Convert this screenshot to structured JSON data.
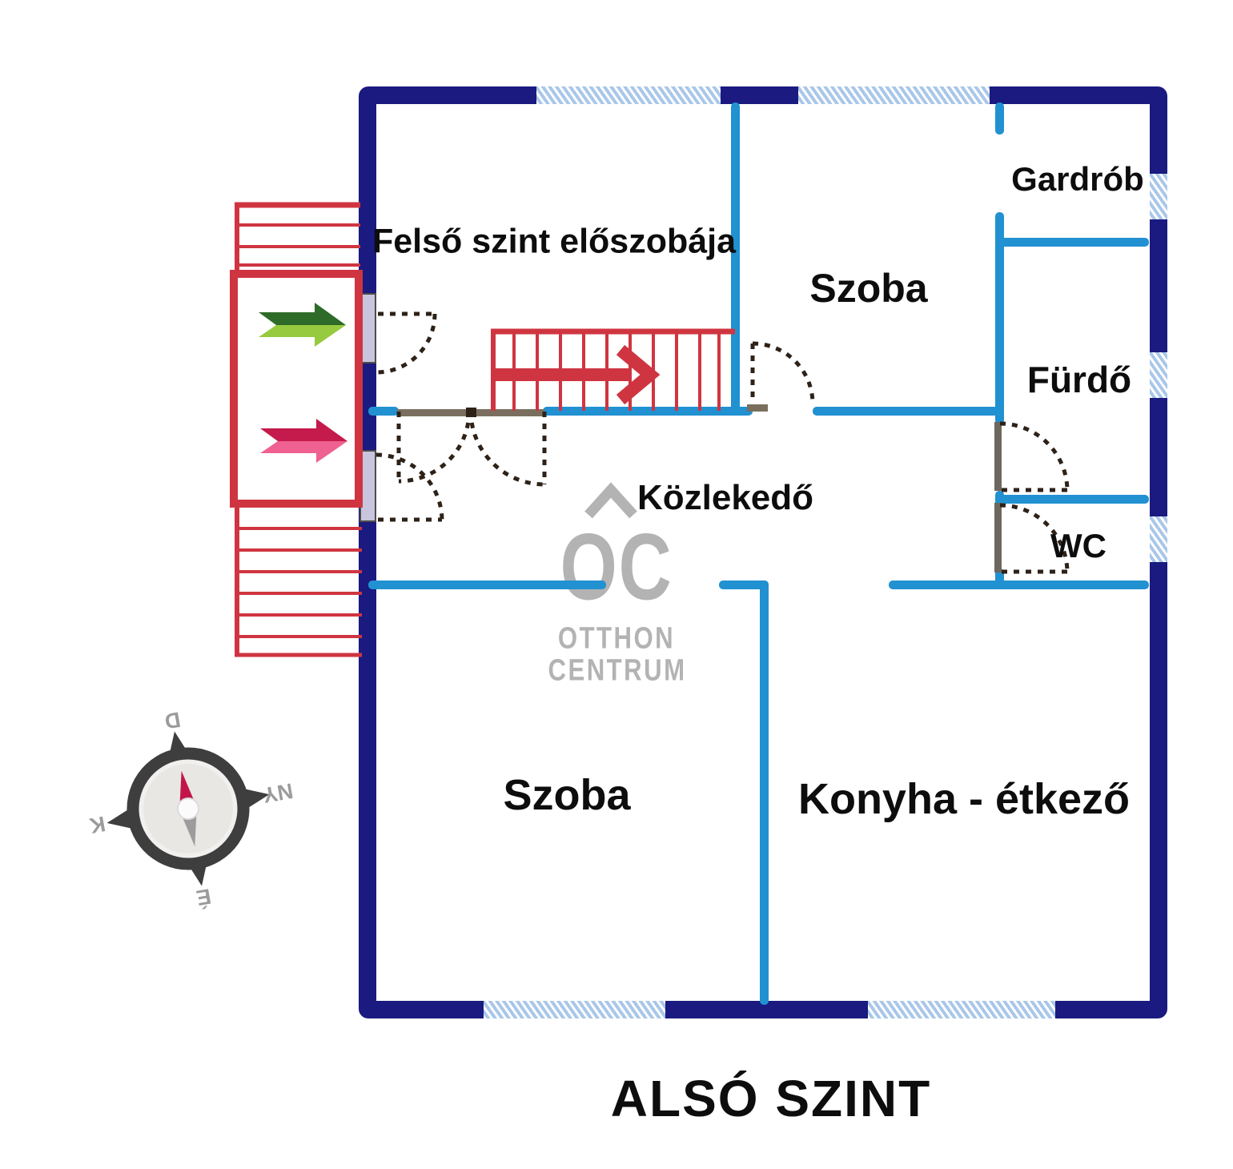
{
  "floorplan": {
    "title": "ALSÓ SZINT",
    "rooms": {
      "hallway_upper": "Felső szint előszobája",
      "room_top": "Szoba",
      "wardrobe": "Gardrób",
      "bathroom": "Fürdő",
      "corridor": "Közlekedő",
      "wc": "WC",
      "room_bottom": "Szoba",
      "kitchen_dining": "Konyha - étkező"
    },
    "compass": {
      "north": "É",
      "south": "D",
      "east": "K",
      "west": "NY"
    },
    "watermark": {
      "initials": "OC",
      "line1": "OTTHON",
      "line2": "CENTRUM"
    },
    "colors": {
      "outer_wall": "#1a1a80",
      "inner_wall": "#2191d1",
      "stairs_red": "#cf3540",
      "door_dash": "#2e2218",
      "window_hatch": "#a9c7e9",
      "arrow_green_dark": "#2e6b28",
      "arrow_green_light": "#97ca3f",
      "arrow_pink_dark": "#c41a4c",
      "arrow_pink_light": "#ee6190",
      "watermark_gray": "#b3b3b3",
      "compass_dark": "#3e3e3e",
      "compass_needle_red": "#c2164a"
    }
  }
}
